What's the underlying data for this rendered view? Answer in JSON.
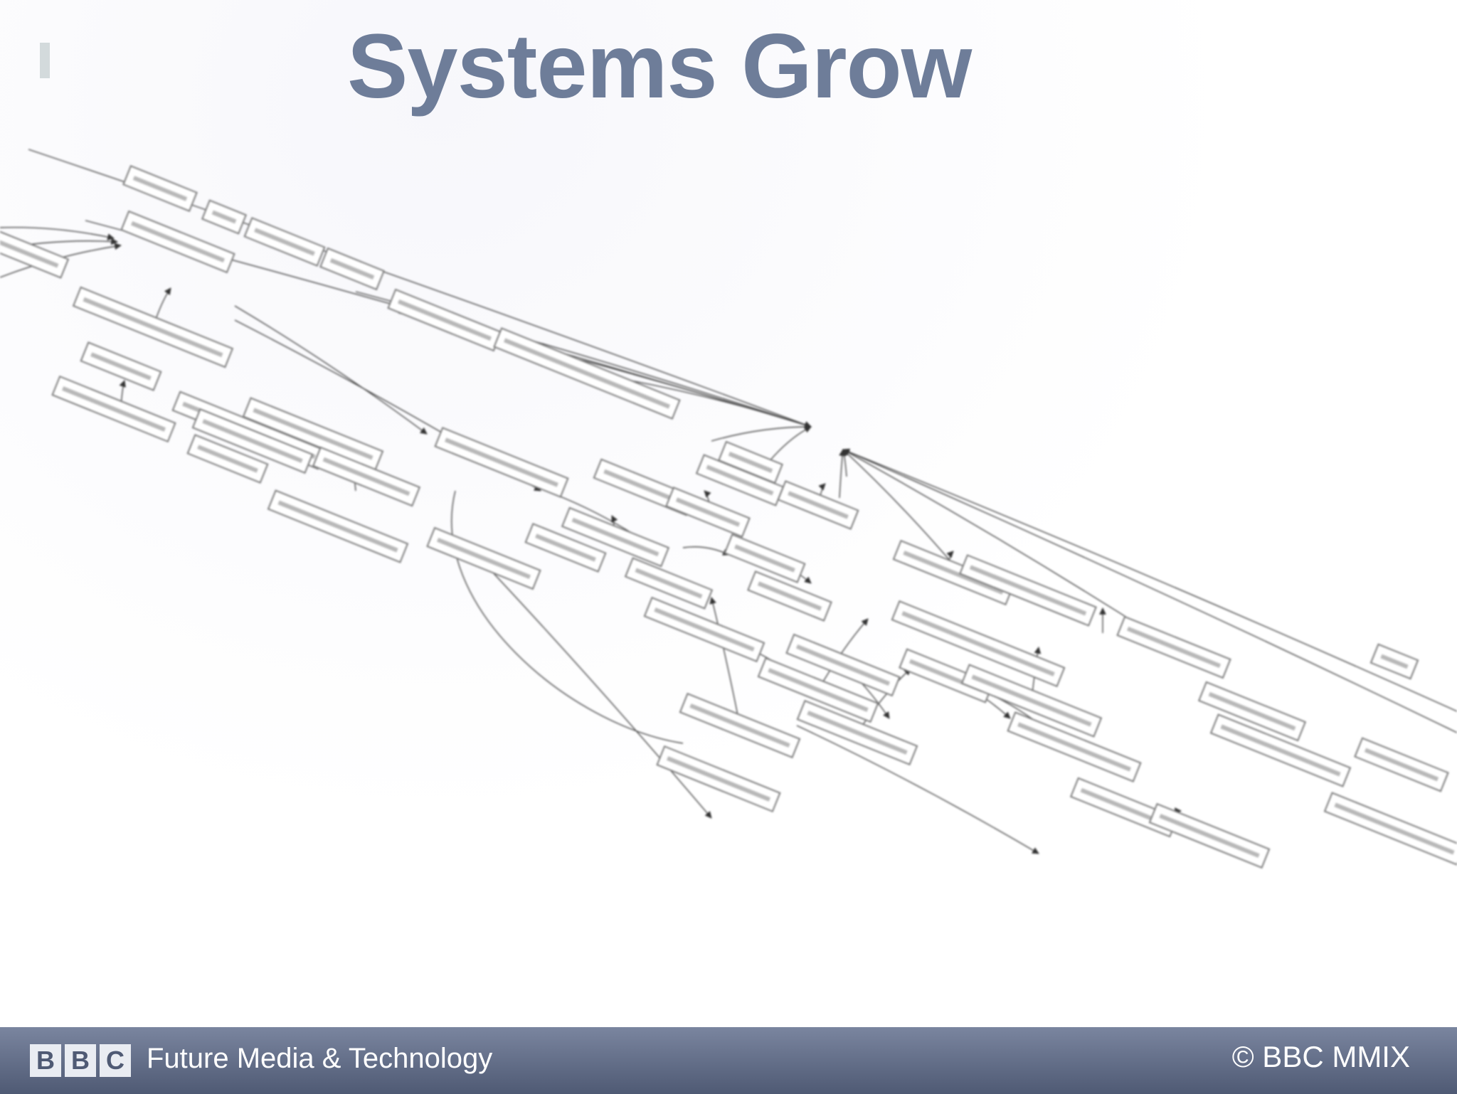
{
  "slide": {
    "title": "Systems Grow"
  },
  "footer": {
    "logo_letters": [
      "B",
      "B",
      "C"
    ],
    "organization": "Future Media & Technology",
    "copyright": "© BBC MMIX"
  },
  "colors": {
    "title": "#6e7d99",
    "footer_top": "#7a859f",
    "footer_bottom": "#4f5a74"
  }
}
